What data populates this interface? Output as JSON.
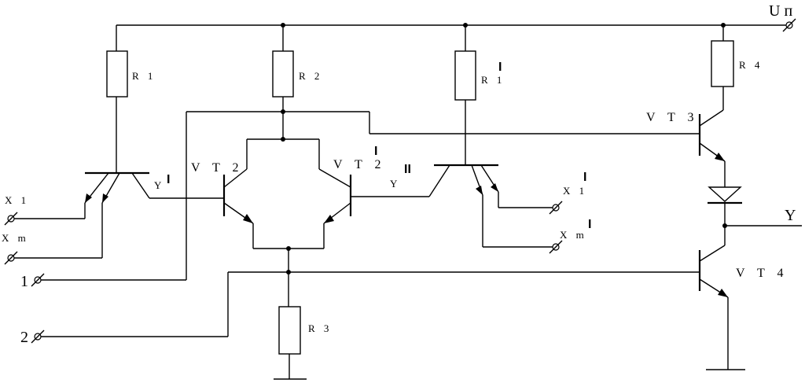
{
  "labels": {
    "supply": "U п",
    "r1": "R 1",
    "r2": "R 2",
    "r1p": "R 1",
    "r1p_mark": "I",
    "r3": "R 3",
    "r4": "R 4",
    "vt2": "V T 2",
    "vt2p": "V T 2",
    "vt2p_mark": "I",
    "vt3": "V T 3",
    "vt4": "V T 4",
    "y1": "Y",
    "y1_mark": "I",
    "y2": "Y",
    "y2_mark": "II",
    "y_out": "Y",
    "x1": "X 1",
    "xm": "X m",
    "x1p": "X 1",
    "x1p_mark": "I",
    "xmp": "X m",
    "xmp_mark": "I",
    "in1": "1",
    "in2": "2"
  }
}
